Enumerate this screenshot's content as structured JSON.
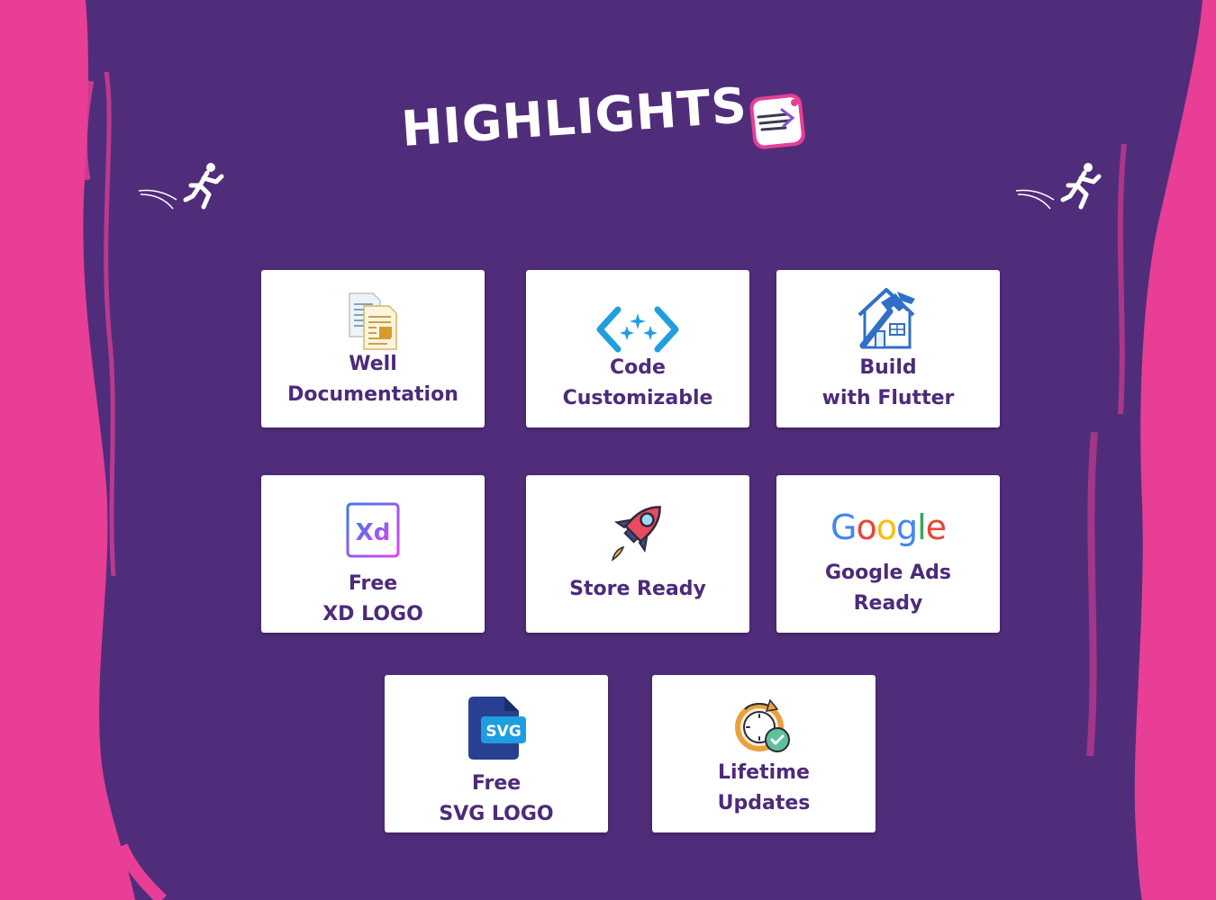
{
  "header": {
    "title": "HIGHLIGHTS"
  },
  "colors": {
    "background_purple": "#502d7a",
    "accent_pink": "#e83e96",
    "card_bg": "#ffffff",
    "label_text": "#4d2a7a"
  },
  "highlights": [
    {
      "line1": "Well",
      "line2": "Documentation",
      "icon": "documents-icon"
    },
    {
      "line1": "Code",
      "line2": "Customizable",
      "icon": "code-sparkle-icon"
    },
    {
      "line1": "Build",
      "line2": "with Flutter",
      "icon": "house-hammer-icon"
    },
    {
      "line1": "Free",
      "line2": "XD LOGO",
      "icon": "xd-logo-icon"
    },
    {
      "line1": "Store Ready",
      "line2": "",
      "icon": "rocket-icon"
    },
    {
      "line1": "Google Ads",
      "line2": "Ready",
      "icon": "google-logo-icon"
    },
    {
      "line1": "Free",
      "line2": "SVG LOGO",
      "icon": "svg-file-icon"
    },
    {
      "line1": "Lifetime",
      "line2": "Updates",
      "icon": "update-clock-icon"
    }
  ],
  "icon_text": {
    "xd": "Xd",
    "svg": "SVG",
    "google": [
      "G",
      "o",
      "o",
      "g",
      "l",
      "e"
    ]
  }
}
